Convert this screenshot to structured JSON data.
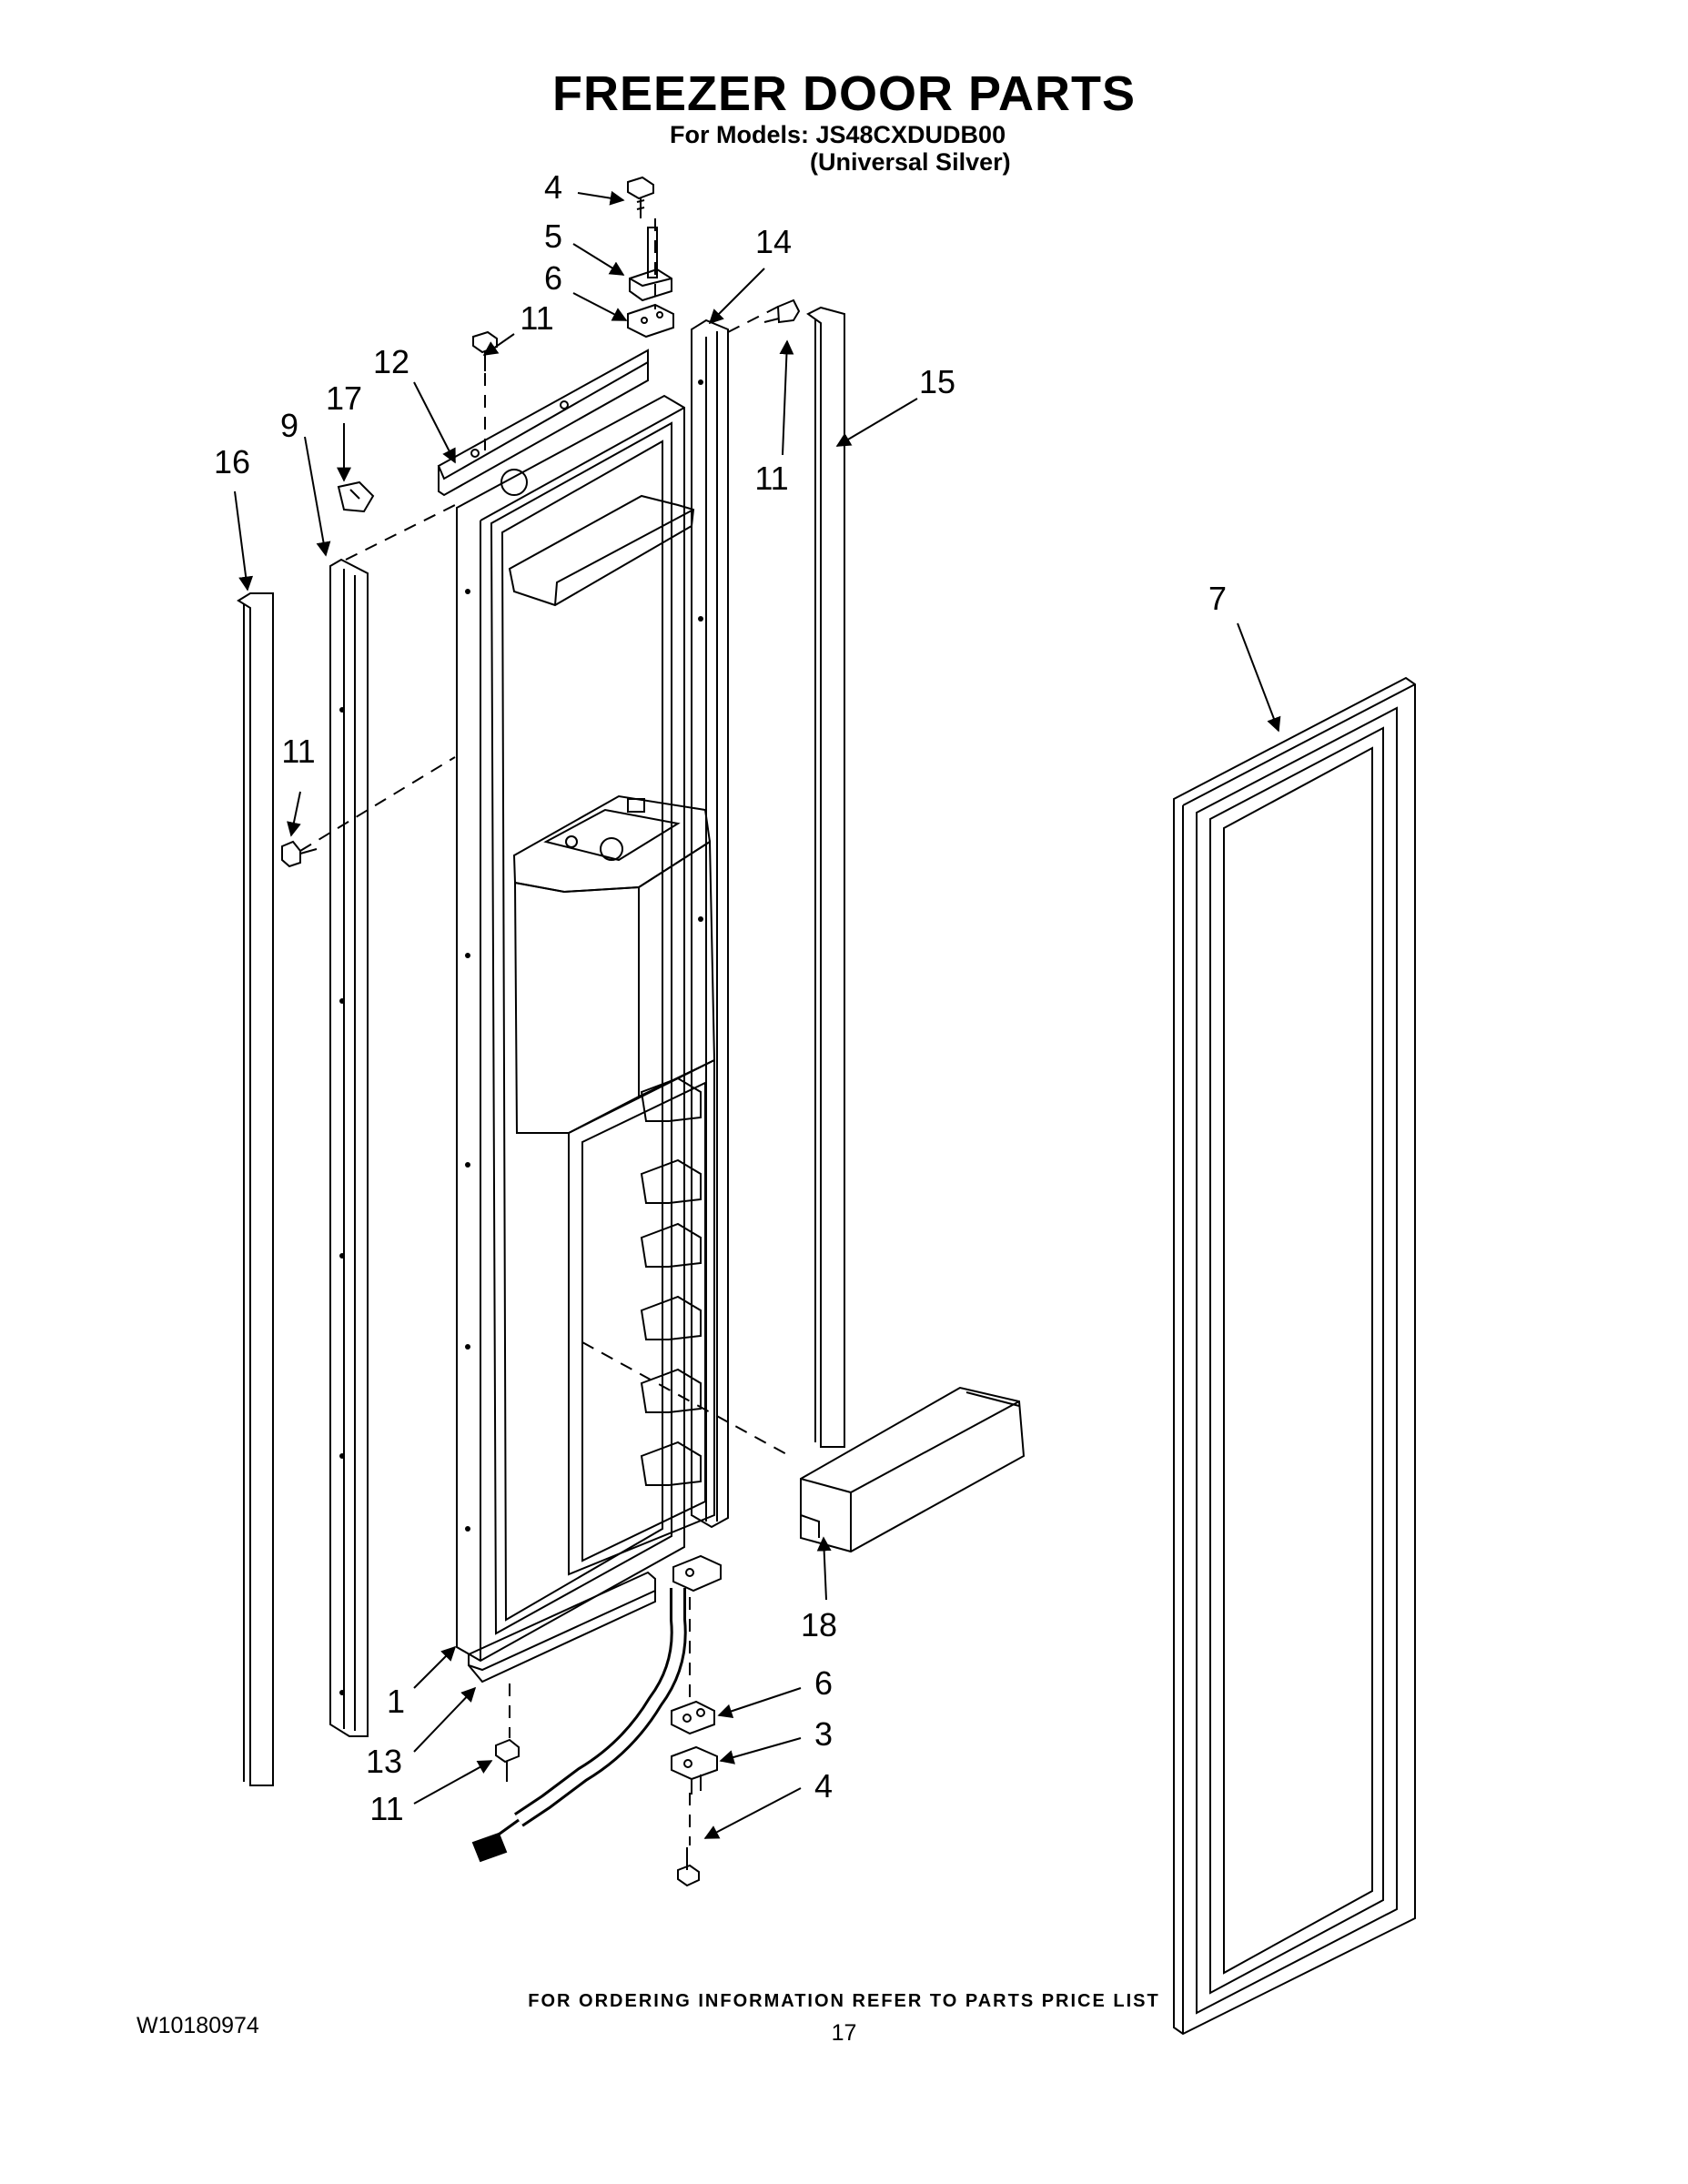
{
  "header": {
    "title": "FREEZER DOOR PARTS",
    "models_line": "For Models: JS48CXDUDB00",
    "finish_line": "(Universal Silver)"
  },
  "footer": {
    "ordering_note": "FOR ORDERING INFORMATION REFER TO PARTS PRICE LIST",
    "document_number": "W10180974",
    "page_number": "17"
  },
  "callouts": {
    "c1": "1",
    "c3": "3",
    "c4_top": "4",
    "c4_bottom": "4",
    "c5": "5",
    "c6_top": "6",
    "c6_bottom": "6",
    "c7": "7",
    "c9": "9",
    "c11_top_hinge": "11",
    "c11_top_right": "11",
    "c11_left": "11",
    "c11_bottom": "11",
    "c12": "12",
    "c13": "13",
    "c14": "14",
    "c15": "15",
    "c16": "16",
    "c17": "17",
    "c18": "18"
  }
}
